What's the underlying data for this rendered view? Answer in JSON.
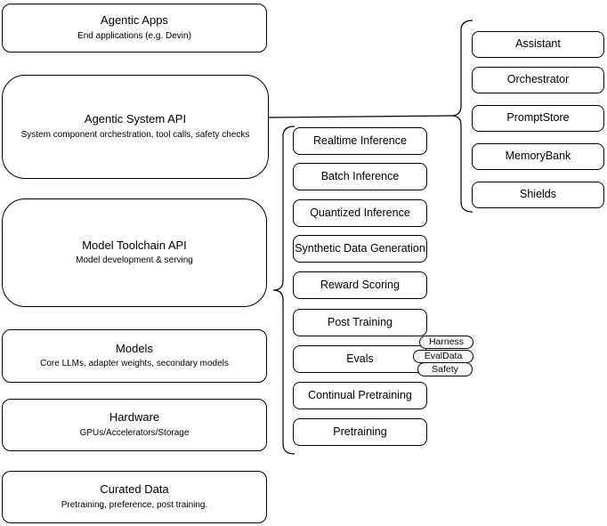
{
  "left_column": {
    "boxes": [
      {
        "title": "Agentic Apps",
        "subtitle": "End applications (e.g. Devin)"
      },
      {
        "title": "Agentic System API",
        "subtitle": "System component orchestration, tool calls, safety checks"
      },
      {
        "title": "Model Toolchain API",
        "subtitle": "Model development & serving"
      },
      {
        "title": "Models",
        "subtitle": "Core LLMs, adapter weights, secondary models"
      },
      {
        "title": "Hardware",
        "subtitle": "GPUs/Accelerators/Storage"
      },
      {
        "title": "Curated Data",
        "subtitle": "Pretraining, preference, post training."
      }
    ]
  },
  "middle_column": {
    "boxes": [
      {
        "label": "Realtime Inference"
      },
      {
        "label": "Batch Inference"
      },
      {
        "label": "Quantized Inference"
      },
      {
        "label": "Synthetic Data Generation"
      },
      {
        "label": "Reward Scoring"
      },
      {
        "label": "Post Training"
      },
      {
        "label": "Evals"
      },
      {
        "label": "Continual Pretraining"
      },
      {
        "label": "Pretraining"
      }
    ],
    "evals_tags": [
      {
        "label": "Harness"
      },
      {
        "label": "EvalData"
      },
      {
        "label": "Safety"
      }
    ]
  },
  "right_column": {
    "boxes": [
      {
        "label": "Assistant"
      },
      {
        "label": "Orchestrator"
      },
      {
        "label": "PromptStore"
      },
      {
        "label": "MemoryBank"
      },
      {
        "label": "Shields"
      }
    ]
  },
  "colors": {
    "stroke": "#000000",
    "fill": "#ffffff",
    "background": "#ffffff",
    "text": "#000000"
  }
}
